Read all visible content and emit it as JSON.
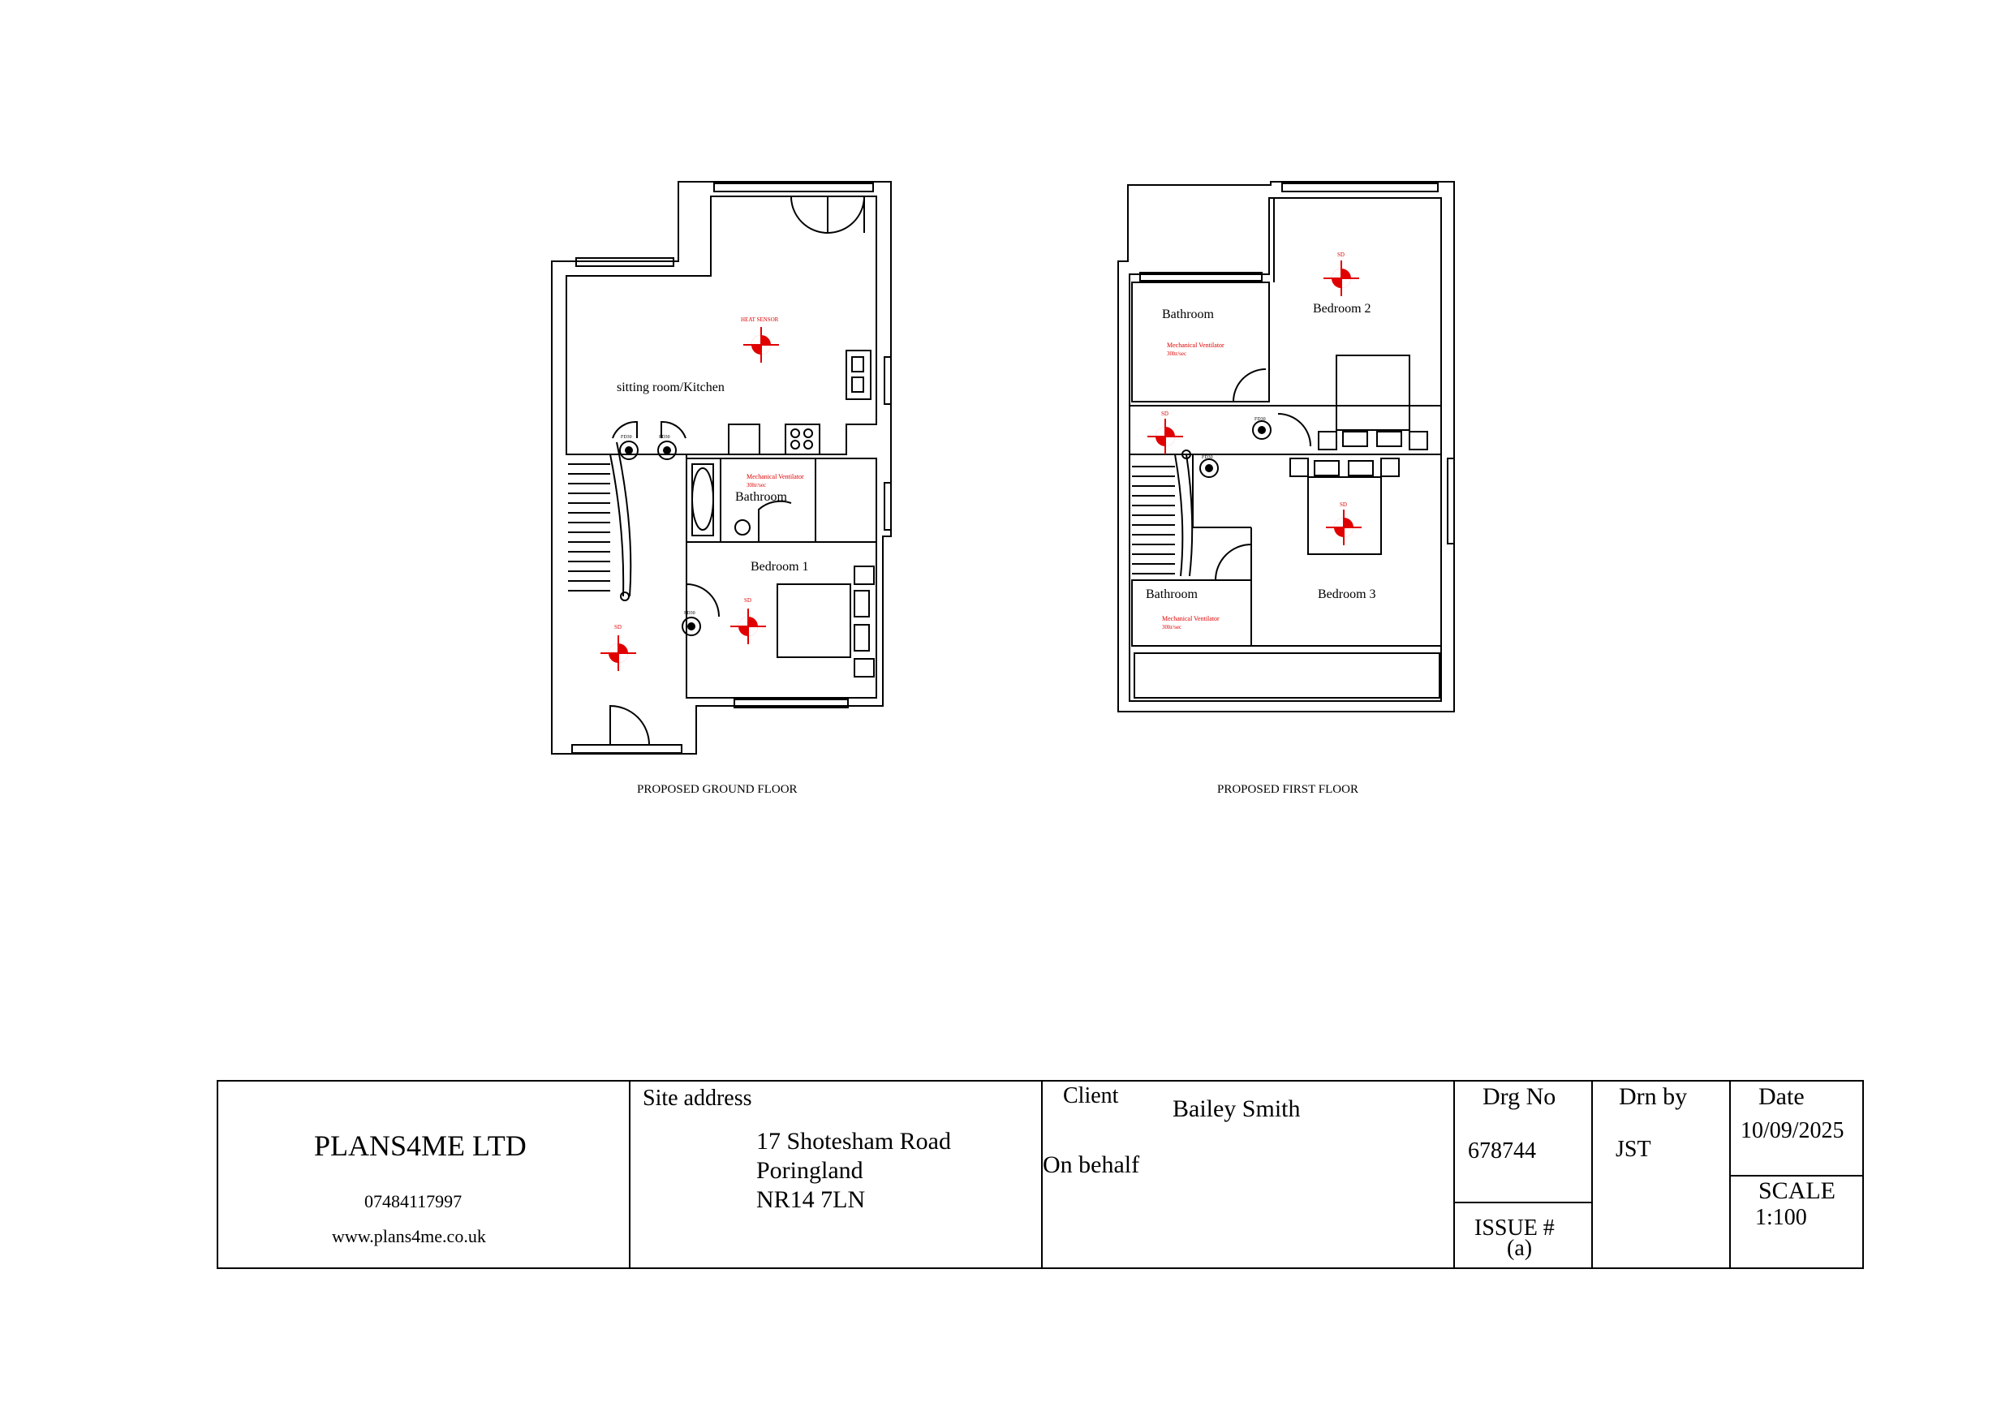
{
  "ground_floor": {
    "caption": "PROPOSED GROUND FLOOR",
    "rooms": {
      "sitting_kitchen": "sitting room/Kitchen",
      "bathroom": "Bathroom",
      "bedroom1": "Bedroom 1"
    },
    "sensors": {
      "heat": "HEAT SENSOR",
      "sd": "SD",
      "fd30": "FD30"
    },
    "vent": {
      "line1": "Mechanical Ventilator",
      "line2": "30ltr/sec"
    }
  },
  "first_floor": {
    "caption": "PROPOSED FIRST FLOOR",
    "rooms": {
      "bathroom_top": "Bathroom",
      "bedroom2": "Bedroom 2",
      "bathroom_bottom": "Bathroom",
      "bedroom3": "Bedroom 3"
    },
    "sensors": {
      "sd": "SD",
      "fd30": "FD30"
    },
    "vent": {
      "line1": "Mechanical Ventilator",
      "line2": "30ltr/sec"
    }
  },
  "title_block": {
    "company": "PLANS4ME LTD",
    "phone": "07484117997",
    "website": "www.plans4me.co.uk",
    "site_label": "Site address",
    "site_line1": "17 Shotesham Road",
    "site_line2": "Poringland",
    "site_line3": "NR14 7LN",
    "client_label": "Client",
    "client_name": "Bailey Smith",
    "on_behalf": "On behalf",
    "drg_label": "Drg No",
    "drg_no": "678744",
    "issue_label": "ISSUE #",
    "issue_value": "(a)",
    "drn_label": "Drn by",
    "drn_value": "JST",
    "date_label": "Date",
    "date_value": "10/09/2025",
    "scale_label": "SCALE",
    "scale_value": "1:100"
  },
  "colors": {
    "line": "#000000",
    "sensor": "#e00000"
  }
}
